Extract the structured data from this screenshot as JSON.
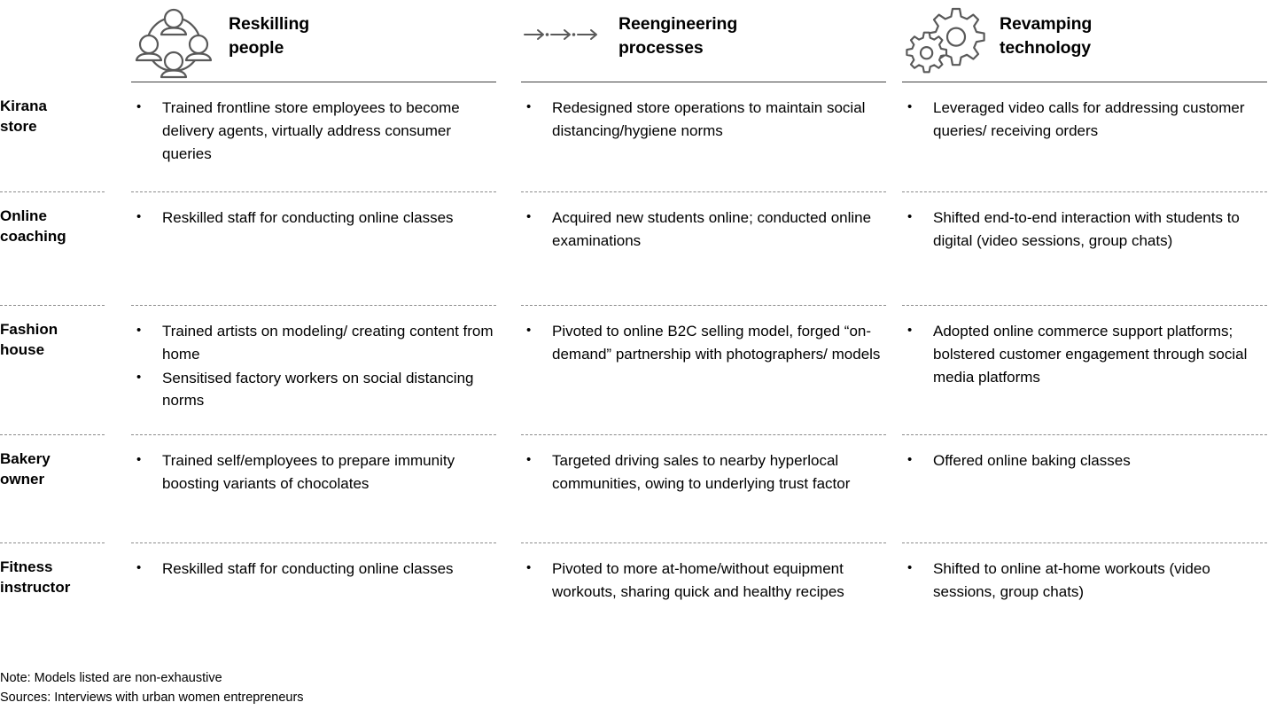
{
  "columns": [
    {
      "icon": "people-circle-icon",
      "title": "Reskilling\npeople"
    },
    {
      "icon": "process-arrows-icon",
      "title": "Reengineering\nprocesses"
    },
    {
      "icon": "gears-icon",
      "title": "Revamping\ntechnology"
    }
  ],
  "rows": [
    {
      "label": "Kirana\nstore",
      "cells": [
        [
          "Trained frontline store employees to become delivery agents, virtually address consumer queries"
        ],
        [
          "Redesigned store operations to maintain social distancing/hygiene norms"
        ],
        [
          "Leveraged video calls for addressing customer queries/ receiving orders"
        ]
      ]
    },
    {
      "label": "Online\ncoaching",
      "cells": [
        [
          "Reskilled staff for conducting online classes"
        ],
        [
          "Acquired new students online; conducted online examinations"
        ],
        [
          "Shifted end-to-end interaction with students to digital (video sessions, group chats)"
        ]
      ]
    },
    {
      "label": "Fashion\nhouse",
      "cells": [
        [
          "Trained artists on modeling/ creating content from home",
          "Sensitised factory workers on social distancing norms"
        ],
        [
          "Pivoted to online B2C selling model, forged “on-demand” partnership with photographers/ models"
        ],
        [
          "Adopted online commerce support platforms; bolstered customer engagement  through social media platforms"
        ]
      ]
    },
    {
      "label": "Bakery\nowner",
      "cells": [
        [
          "Trained self/employees to prepare immunity boosting variants of chocolates"
        ],
        [
          "Targeted driving sales to nearby hyperlocal communities, owing to underlying trust factor"
        ],
        [
          "Offered online baking classes"
        ]
      ]
    },
    {
      "label": "Fitness\ninstructor",
      "cells": [
        [
          "Reskilled staff for conducting online classes"
        ],
        [
          "Pivoted to more at-home/without equipment workouts, sharing quick and healthy recipes"
        ],
        [
          "Shifted to online at-home workouts (video sessions, group chats)"
        ]
      ]
    }
  ],
  "footnotes": {
    "note": "Note: Models listed are non-exhaustive",
    "sources": "Sources: Interviews with urban women entrepreneurs"
  },
  "colors": {
    "text": "#000000",
    "rule_solid": "#3f3f3f",
    "rule_dashed": "#8c8c8c",
    "icon_stroke": "#595959"
  }
}
